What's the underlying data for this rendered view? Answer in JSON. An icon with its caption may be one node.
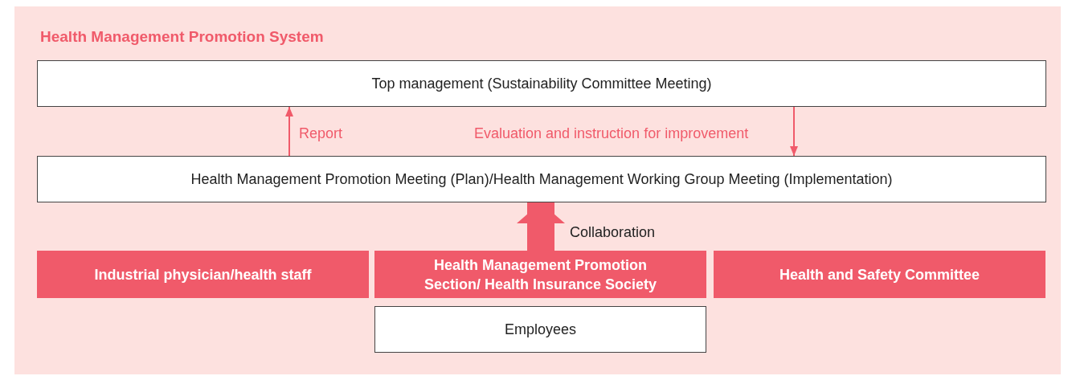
{
  "diagram": {
    "title": "Health Management Promotion System",
    "nodes": [
      {
        "text": [
          "Top management (Sustainability Committee Meeting)"
        ]
      },
      {
        "text": [
          "Health Management Promotion Meeting (Plan)/Health Management Working Group Meeting (Implementation)"
        ]
      },
      {
        "text": [
          "Industrial physician/health staff"
        ]
      },
      {
        "text": [
          "Health Management Promotion Section/ Health Insurance Society"
        ]
      },
      {
        "text": [
          "Health and Safety Committee"
        ]
      },
      {
        "text": [
          "Employees"
        ]
      }
    ],
    "edges": [
      {
        "from": 1,
        "to": 0,
        "arrow": "to",
        "label": "Report"
      },
      {
        "from": 0,
        "to": 1,
        "arrow": "to",
        "label": "Evaluation and instruction for improvement"
      },
      {
        "from": 3,
        "to": 1,
        "arrow": "to",
        "label": "Collaboration",
        "style": "thick"
      }
    ]
  }
}
